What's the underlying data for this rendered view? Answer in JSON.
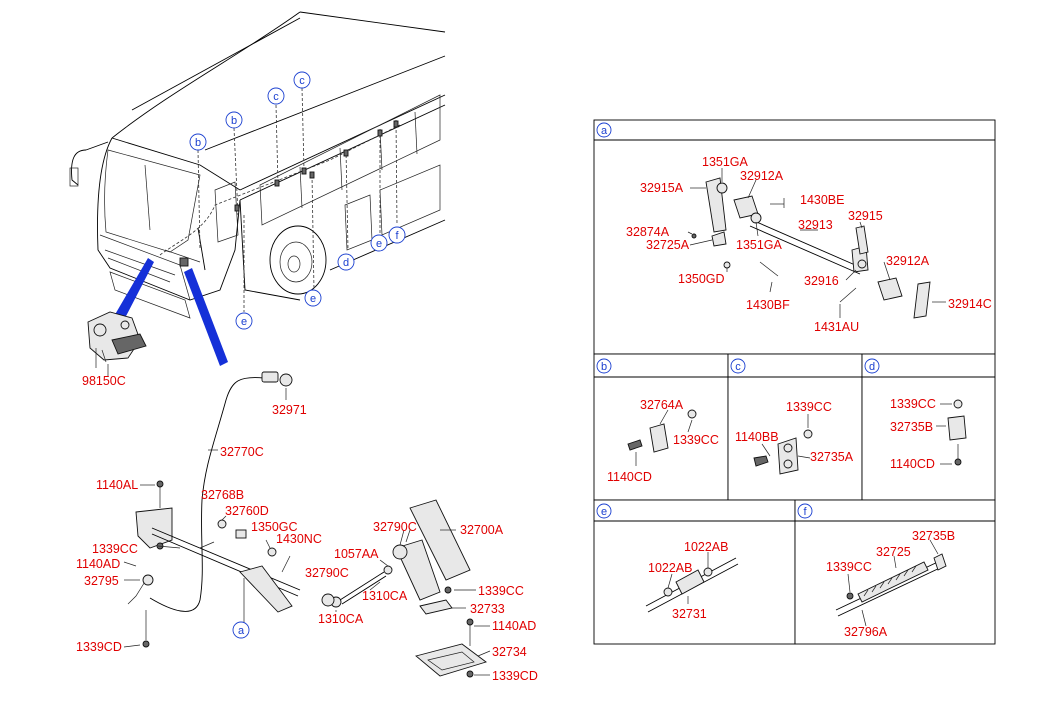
{
  "refs": [
    "a",
    "b",
    "c",
    "d",
    "e",
    "f"
  ],
  "callouts": {
    "bus_b": "b",
    "bus_b2": "b",
    "bus_c1": "c",
    "bus_c2": "c",
    "bus_d": "d",
    "bus_e1": "e",
    "bus_e2": "e",
    "bus_e3": "e",
    "bus_f": "f",
    "pedal_a": "a"
  },
  "left_parts": {
    "p98150C": "98150C",
    "p32971": "32971",
    "p32770C": "32770C",
    "p1140AL": "1140AL",
    "p32768B": "32768B",
    "p32760D": "32760D",
    "p1350GC": "1350GC",
    "p1430NC": "1430NC",
    "p32790C_a": "32790C",
    "p32700A": "32700A",
    "p1339CC_a": "1339CC",
    "p1140AD_a": "1140AD",
    "p32795": "32795",
    "p1057AA": "1057AA",
    "p32790C_b": "32790C",
    "p1310CA_a": "1310CA",
    "p1310CA_b": "1310CA",
    "p1339CC_b": "1339CC",
    "p32733": "32733",
    "p1140AD_b": "1140AD",
    "p32734": "32734",
    "p1339CD_a": "1339CD",
    "p1339CD_b": "1339CD"
  },
  "panel_a": {
    "p1351GA_a": "1351GA",
    "p32912A_a": "32912A",
    "p32915A": "32915A",
    "p1430BE": "1430BE",
    "p32915": "32915",
    "p32913": "32913",
    "p32874A": "32874A",
    "p32725A": "32725A",
    "p1351GA_b": "1351GA",
    "p1350GD": "1350GD",
    "p32912A_b": "32912A",
    "p32916": "32916",
    "p32914C": "32914C",
    "p1430BF": "1430BF",
    "p1431AU": "1431AU"
  },
  "panel_b": {
    "p32764A": "32764A",
    "p1339CC": "1339CC",
    "p1140CD": "1140CD"
  },
  "panel_c": {
    "p1339CC": "1339CC",
    "p1140BB": "1140BB",
    "p32735A": "32735A"
  },
  "panel_d": {
    "p1339CC": "1339CC",
    "p32735B": "32735B",
    "p1140CD": "1140CD"
  },
  "panel_e": {
    "p1022AB_a": "1022AB",
    "p1022AB_b": "1022AB",
    "p32731": "32731"
  },
  "panel_f": {
    "p32735B": "32735B",
    "p32725": "32725",
    "p1339CC": "1339CC",
    "p32796A": "32796A"
  }
}
